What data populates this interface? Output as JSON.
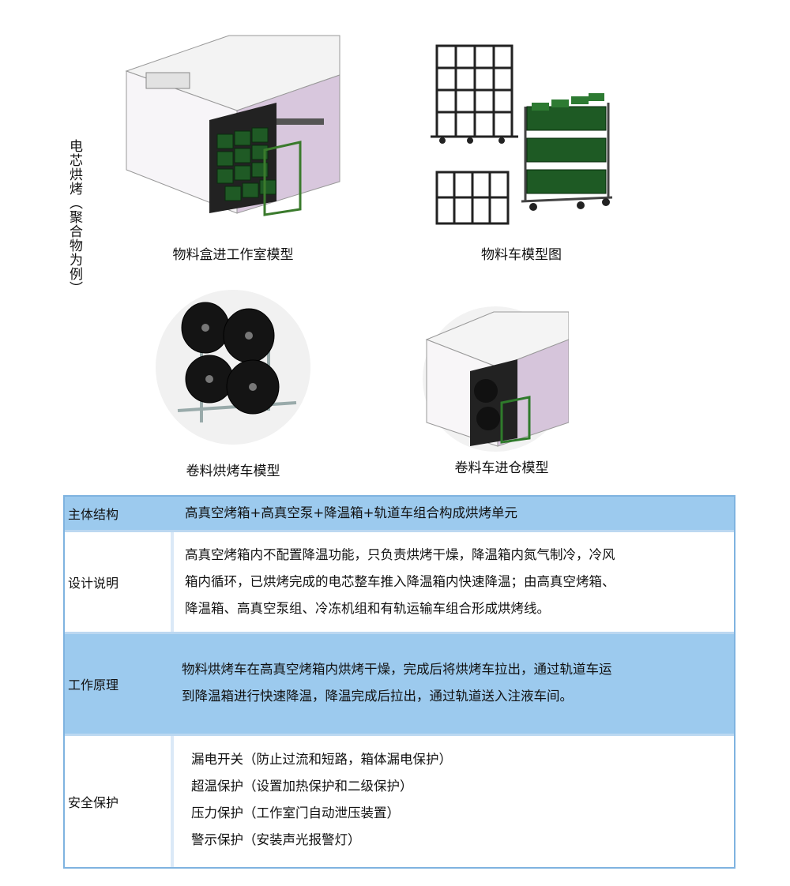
{
  "side_title": "电芯烘烤（聚合物为例）",
  "figures": [
    {
      "caption": "物料盒进工作室模型"
    },
    {
      "caption": "物料车模型图"
    },
    {
      "caption": "卷料烘烤车模型"
    },
    {
      "caption": "卷料车进仓模型"
    }
  ],
  "table": {
    "rows": [
      {
        "label": "主体结构",
        "lines": [
          "高真空烤箱+高真空泵+降温箱+轨道车组合构成烘烤单元"
        ]
      },
      {
        "label": "设计说明",
        "lines": [
          "高真空烤箱内不配置降温功能，只负责烘烤干燥，降温箱内氮气制冷，冷风",
          "箱内循环，已烘烤完成的电芯整车推入降温箱内快速降温；由高真空烤箱、",
          "降温箱、高真空泵组、冷冻机组和有轨运输车组合形成烘烤线。"
        ]
      },
      {
        "label": "工作原理",
        "lines": [
          "物料烘烤车在高真空烤箱内烘烤干燥，完成后将烘烤车拉出，通过轨道车运",
          "到降温箱进行快速降温，降温完成后拉出，通过轨道送入注液车间。"
        ]
      },
      {
        "label": "安全保护",
        "lines": [
          "漏电开关（防止过流和短路，箱体漏电保护）",
          "超温保护（设置加热保护和二级保护）",
          "压力保护（工作室门自动泄压装置）",
          "警示保护（安装声光报警灯）"
        ]
      }
    ]
  }
}
